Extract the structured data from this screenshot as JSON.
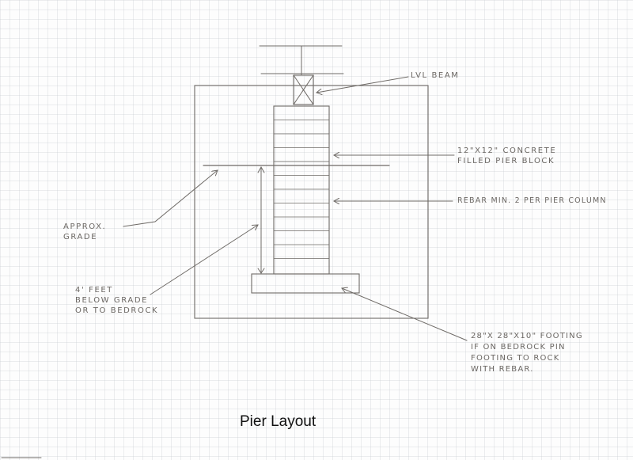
{
  "diagram": {
    "title": "Pier Layout",
    "labels": {
      "lvl_beam": "LVL BEAM",
      "pier_block": "12\"x12\" CONCRETE\nFILLED PIER BLOCK",
      "rebar": "REBAR MIN. 2 PER PIER COLUMN",
      "grade": "APPROX.\nGRADE",
      "depth": "4' FEET\nBELOW GRADE\nOR TO BEDROCK",
      "footing": "28\"x 28\"x10\" FOOTING\nIF ON BEDROCK PIN\nFOOTING TO ROCK\nWITH REBAR."
    },
    "colors": {
      "pencil": "#6e6a66",
      "paper": "#fdfdfd",
      "grid": "#c8cdd2"
    }
  }
}
